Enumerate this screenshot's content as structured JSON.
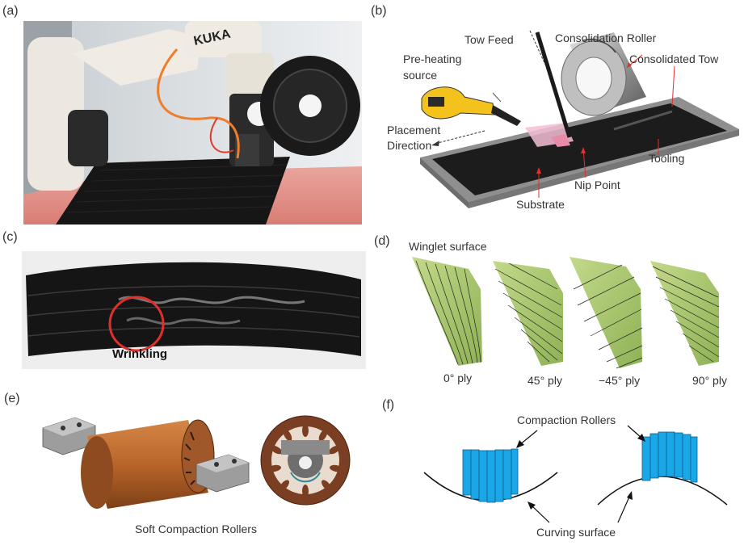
{
  "panels": {
    "a": {
      "letter": "(a)",
      "robot_brand": "KUKA"
    },
    "b": {
      "letter": "(b)",
      "tow_feed": "Tow Feed",
      "consolidation_roller": "Consolidation Roller",
      "consolidated_tow": "Consolidated Tow",
      "preheating_line1": "Pre-heating",
      "preheating_line2": "source",
      "placement_line1": "Placement",
      "placement_line2": "Direction",
      "tooling": "Tooling",
      "nip_point": "Nip Point",
      "substrate": "Substrate"
    },
    "c": {
      "letter": "(c)",
      "wrinkling": "Wrinkling"
    },
    "d": {
      "letter": "(d)",
      "title": "Winglet surface",
      "plies": [
        "0° ply",
        "45° ply",
        "−45° ply",
        "90° ply"
      ]
    },
    "e": {
      "letter": "(e)",
      "caption": "Soft Compaction Rollers"
    },
    "f": {
      "letter": "(f)",
      "compaction_rollers": "Compaction Rollers",
      "curving_surface": "Curving surface"
    }
  },
  "colors": {
    "tow_black": "#1c1c1c",
    "tooling_pink": "#e8807a",
    "roller_orange": "#b5652a",
    "roller_dark": "#7a4024",
    "compaction_blue": "#1aa7e8",
    "winglet_green": "#a9c86a",
    "wrinkle_red": "#e0302b",
    "preheat_yellow": "#f3c21c"
  }
}
